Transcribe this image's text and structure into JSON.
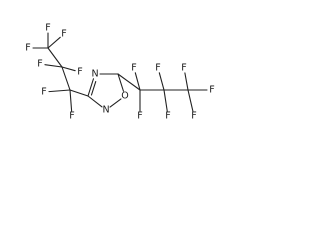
{
  "molecule": {
    "atoms": [
      {
        "id": "r1",
        "element": "C",
        "label": ""
      },
      {
        "id": "r2",
        "element": "N",
        "label": "N"
      },
      {
        "id": "r3",
        "element": "C",
        "label": ""
      },
      {
        "id": "r4",
        "element": "O",
        "label": "O"
      },
      {
        "id": "r5",
        "element": "N",
        "label": "N"
      },
      {
        "id": "a1",
        "element": "C",
        "label": ""
      },
      {
        "id": "a2",
        "element": "C",
        "label": ""
      },
      {
        "id": "a3",
        "element": "C",
        "label": ""
      },
      {
        "id": "b1",
        "element": "C",
        "label": ""
      },
      {
        "id": "b2",
        "element": "C",
        "label": ""
      },
      {
        "id": "b3",
        "element": "C",
        "label": ""
      },
      {
        "id": "fa1a",
        "element": "F",
        "label": "F"
      },
      {
        "id": "fa1b",
        "element": "F",
        "label": "F"
      },
      {
        "id": "fa2a",
        "element": "F",
        "label": "F"
      },
      {
        "id": "fa2b",
        "element": "F",
        "label": "F"
      },
      {
        "id": "fa3a",
        "element": "F",
        "label": "F"
      },
      {
        "id": "fa3b",
        "element": "F",
        "label": "F"
      },
      {
        "id": "fa3c",
        "element": "F",
        "label": "F"
      },
      {
        "id": "fb1a",
        "element": "F",
        "label": "F"
      },
      {
        "id": "fb1b",
        "element": "F",
        "label": "F"
      },
      {
        "id": "fb2a",
        "element": "F",
        "label": "F"
      },
      {
        "id": "fb2b",
        "element": "F",
        "label": "F"
      },
      {
        "id": "fb3a",
        "element": "F",
        "label": "F"
      },
      {
        "id": "fb3b",
        "element": "F",
        "label": "F"
      },
      {
        "id": "fb3c",
        "element": "F",
        "label": "F"
      }
    ],
    "bonds": [
      {
        "from": "r1",
        "to": "r2",
        "order": 2
      },
      {
        "from": "r2",
        "to": "r3",
        "order": 1
      },
      {
        "from": "r3",
        "to": "r4",
        "order": 1
      },
      {
        "from": "r4",
        "to": "r5",
        "order": 1
      },
      {
        "from": "r5",
        "to": "r1",
        "order": 1
      },
      {
        "from": "r3",
        "to": "b1",
        "order": 1
      },
      {
        "from": "b1",
        "to": "b2",
        "order": 1
      },
      {
        "from": "b2",
        "to": "b3",
        "order": 1
      },
      {
        "from": "b1",
        "to": "fb1a",
        "order": 1
      },
      {
        "from": "b1",
        "to": "fb1b",
        "order": 1
      },
      {
        "from": "b2",
        "to": "fb2a",
        "order": 1
      },
      {
        "from": "b2",
        "to": "fb2b",
        "order": 1
      },
      {
        "from": "b3",
        "to": "fb3a",
        "order": 1
      },
      {
        "from": "b3",
        "to": "fb3b",
        "order": 1
      },
      {
        "from": "b3",
        "to": "fb3c",
        "order": 1
      },
      {
        "from": "r1",
        "to": "a1",
        "order": 1
      },
      {
        "from": "a1",
        "to": "a2",
        "order": 1
      },
      {
        "from": "a2",
        "to": "a3",
        "order": 1
      },
      {
        "from": "a1",
        "to": "fa1a",
        "order": 1
      },
      {
        "from": "a1",
        "to": "fa1b",
        "order": 1
      },
      {
        "from": "a2",
        "to": "fa2a",
        "order": 1
      },
      {
        "from": "a2",
        "to": "fa2b",
        "order": 1
      },
      {
        "from": "a3",
        "to": "fa3a",
        "order": 1
      },
      {
        "from": "a3",
        "to": "fa3b",
        "order": 1
      },
      {
        "from": "a3",
        "to": "fa3c",
        "order": 1
      }
    ],
    "colors": {
      "bond": "#222222",
      "text": "#1a1a1a",
      "background": "#ffffff"
    }
  }
}
